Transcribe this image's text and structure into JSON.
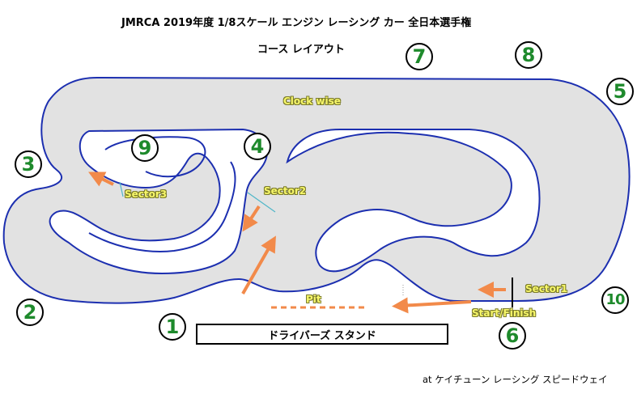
{
  "title": "JMRCA 2019年度 1/8スケール エンジン レーシング カー 全日本選手権",
  "subtitle": "コース レイアウト",
  "direction_label": "Clock wise",
  "sector_labels": {
    "sector1": "Sector1",
    "sector2": "Sector2",
    "sector3": "Sector3"
  },
  "start_finish_label": "Start/Finish",
  "pit_label": "Pit",
  "stand_label": "ドライバーズ スタンド",
  "credit": "at ケイチューン レーシング スピードウェイ",
  "corners": {
    "c1": "1",
    "c2": "2",
    "c3": "3",
    "c4": "4",
    "c5": "5",
    "c6": "6",
    "c7": "7",
    "c8": "8",
    "c9": "9",
    "c10": "10"
  },
  "colors": {
    "track_fill": "#e2e2e2",
    "track_edge": "#1c2fb0",
    "arrow": "#f28a4a",
    "corner_number": "#1e8a2c",
    "label_text": "#f7f76a"
  }
}
